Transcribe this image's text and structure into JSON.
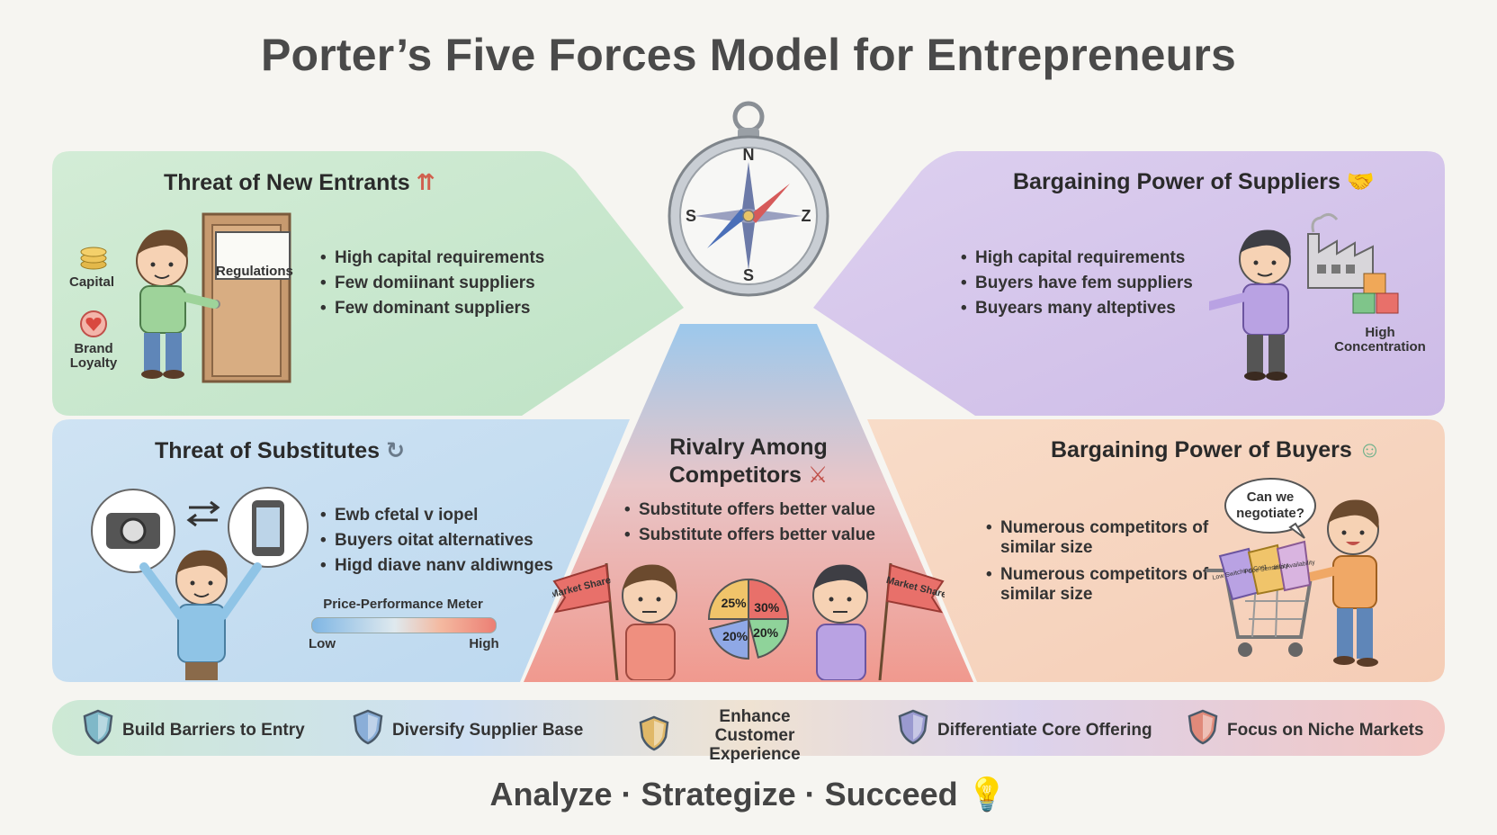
{
  "title": "Porter’s Five Forces Model for Entrepreneurs",
  "compass": {
    "north": "N",
    "south": "S",
    "east": "Z",
    "west": "S"
  },
  "panels": {
    "new_entrants": {
      "title": "Threat of New Entrants",
      "bullets": [
        "High capital requirements",
        "Few domiinant suppliers",
        "Few dominant suppliers"
      ],
      "labels": {
        "capital": "Capital",
        "brand_loyalty": "Brand Loyalty",
        "regulations": "Regulations"
      }
    },
    "suppliers": {
      "title": "Bargaining Power of Suppliers",
      "bullets": [
        "High capital requirements",
        "Buyers have fem suppliers",
        "Buyears many alteptives"
      ],
      "labels": {
        "high_concentration": "High Concentration"
      }
    },
    "substitutes": {
      "title": "Threat of Substitutes",
      "bullets": [
        "Ewb cfetal v iopel",
        "Buyers oitat alternatives",
        "Higd diave nanv aldiwnges"
      ],
      "meter": {
        "title": "Price-Performance Meter",
        "low": "Low",
        "high": "High"
      }
    },
    "rivalry": {
      "title_line1": "Rivalry Among",
      "title_line2": "Competitors",
      "bullets": [
        "Substitute offers better value",
        "Substitute offers better value"
      ],
      "flag_left": "Market Share",
      "flag_right": "Market Share",
      "pie": {
        "shares": [
          25,
          30,
          20,
          20
        ],
        "labels": [
          "25%",
          "30%",
          "20%",
          "20%"
        ]
      }
    },
    "buyers": {
      "title": "Bargaining Power of Buyers",
      "bullets": [
        "Numerous competitors of similar size",
        "Numerous competitors of similar size"
      ],
      "speech": "Can we negotiate?",
      "tag_texts": [
        "Low Switching Cost",
        "Price Sensitivity",
        "Info Availability"
      ]
    }
  },
  "banner": [
    {
      "label": "Build Barriers to Entry",
      "shield_color": "#7fb8c8"
    },
    {
      "label": "Diversify Supplier Base",
      "shield_color": "#8aaed8"
    },
    {
      "label": "Enhance Customer Experience",
      "shield_color": "#e0b868"
    },
    {
      "label": "Differentiate Core Offering",
      "shield_color": "#9a9ad0"
    },
    {
      "label": "Focus on Niche Markets",
      "shield_color": "#e08a7a"
    }
  ],
  "tagline": "Analyze · Strategize · Succeed"
}
